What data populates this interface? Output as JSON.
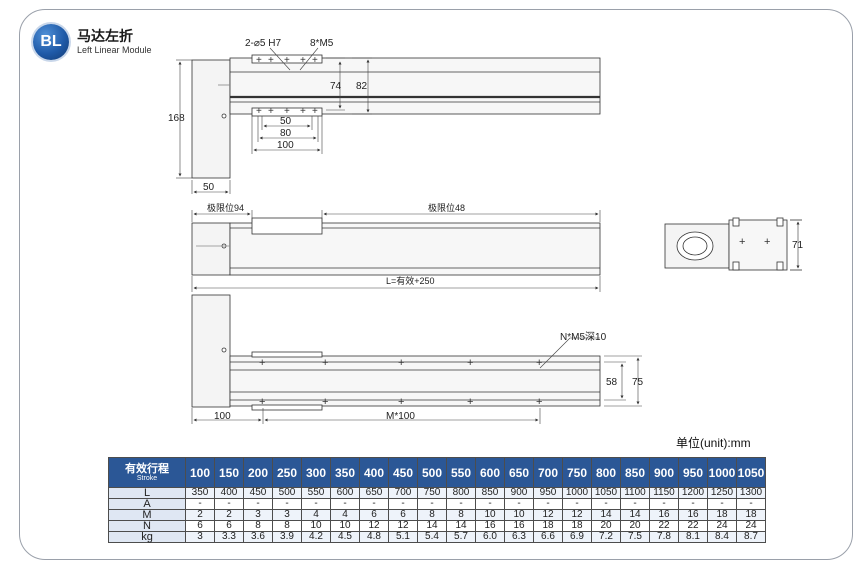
{
  "brand": {
    "logo_text": "BL",
    "title_cn": "马达左折",
    "title_en": "Left Linear Module"
  },
  "drawing": {
    "top_view": {
      "holes_label": "2-⌀5 H7",
      "screws_label": "8*M5",
      "dim_74": "74",
      "dim_82": "82",
      "dim_168": "168",
      "dim_50_pitch": "50",
      "dim_80": "80",
      "dim_100": "100",
      "dim_50_width": "50"
    },
    "side_view": {
      "limit_left": "极限位94",
      "limit_right": "极限位48",
      "length_label": "L=有效+250"
    },
    "end_view": {
      "dim_71": "71"
    },
    "bottom_view": {
      "holes_label": "N*M5深10",
      "dim_58": "58",
      "dim_75": "75",
      "dim_100": "100",
      "pitch_label": "M*100"
    }
  },
  "unit_label": "单位(unit):mm",
  "table": {
    "header_label": "有效行程",
    "header_sub": "Stroke",
    "strokes": [
      "100",
      "150",
      "200",
      "250",
      "300",
      "350",
      "400",
      "450",
      "500",
      "550",
      "600",
      "650",
      "700",
      "750",
      "800",
      "850",
      "900",
      "950",
      "1000",
      "1050"
    ],
    "rows": [
      {
        "label": "L",
        "values": [
          "350",
          "400",
          "450",
          "500",
          "550",
          "600",
          "650",
          "700",
          "750",
          "800",
          "850",
          "900",
          "950",
          "1000",
          "1050",
          "1100",
          "1150",
          "1200",
          "1250",
          "1300"
        ]
      },
      {
        "label": "A",
        "values": [
          "-",
          "-",
          "-",
          "-",
          "-",
          "-",
          "-",
          "-",
          "-",
          "-",
          "-",
          "-",
          "-",
          "-",
          "-",
          "-",
          "-",
          "-",
          "-",
          "-"
        ]
      },
      {
        "label": "M",
        "values": [
          "2",
          "2",
          "3",
          "3",
          "4",
          "4",
          "6",
          "6",
          "8",
          "8",
          "10",
          "10",
          "12",
          "12",
          "14",
          "14",
          "16",
          "16",
          "18",
          "18"
        ]
      },
      {
        "label": "N",
        "values": [
          "6",
          "6",
          "8",
          "8",
          "10",
          "10",
          "12",
          "12",
          "14",
          "14",
          "16",
          "16",
          "18",
          "18",
          "20",
          "20",
          "22",
          "22",
          "24",
          "24"
        ]
      },
      {
        "label": "kg",
        "values": [
          "3",
          "3.3",
          "3.6",
          "3.9",
          "4.2",
          "4.5",
          "4.8",
          "5.1",
          "5.4",
          "5.7",
          "6.0",
          "6.3",
          "6.6",
          "6.9",
          "7.2",
          "7.5",
          "7.8",
          "8.1",
          "8.4",
          "8.7"
        ]
      }
    ]
  }
}
